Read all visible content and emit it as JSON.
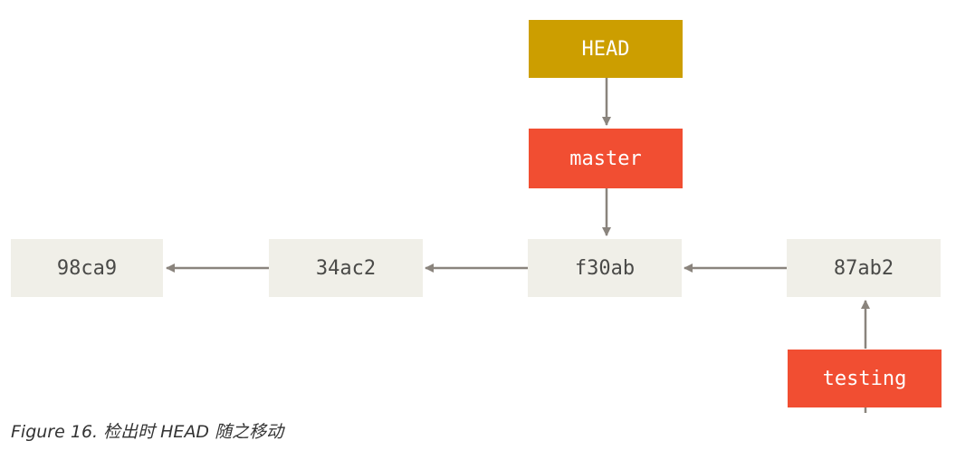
{
  "nodes": {
    "head": "HEAD",
    "master": "master",
    "testing": "testing",
    "commit_1": "98ca9",
    "commit_2": "34ac2",
    "commit_3": "f30ab",
    "commit_4": "87ab2"
  },
  "caption": "Figure 16. 检出时 HEAD 随之移动",
  "colors": {
    "commit_fill": "#f0efe8",
    "branch_fill": "#f14e32",
    "head_fill": "#cc9e00",
    "arrow": "#8a847d"
  }
}
